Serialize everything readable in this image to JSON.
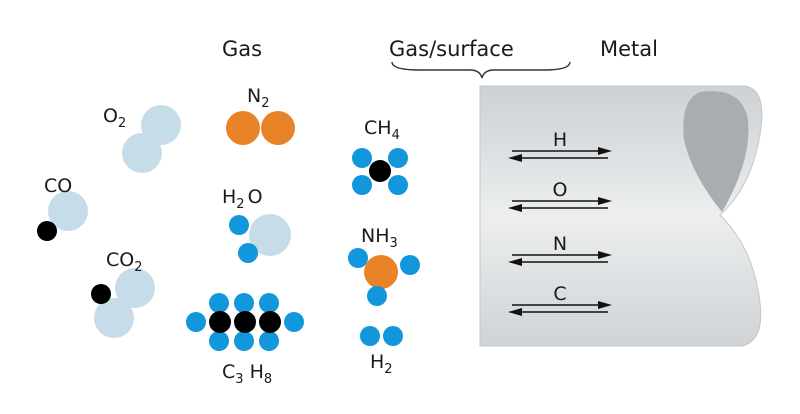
{
  "headers": {
    "gas": "Gas",
    "interface": "Gas/surface",
    "metal": "Metal"
  },
  "molecules": {
    "o2": {
      "main": "O",
      "sub": "2"
    },
    "co": {
      "main": "CO"
    },
    "co2": {
      "main": "CO",
      "sub": "2"
    },
    "n2": {
      "main": "N",
      "sub": "2"
    },
    "h2o": {
      "main": "H",
      "sub": "2",
      "rest": "O"
    },
    "c3h8": {
      "main": "C",
      "sub": "3",
      "mid": "H",
      "sub2": "8"
    },
    "ch4": {
      "main": "CH",
      "sub": "4"
    },
    "nh3": {
      "main": "NH",
      "sub": "3"
    },
    "h2": {
      "main": "H",
      "sub": "2"
    }
  },
  "arrows": [
    {
      "label": "H"
    },
    {
      "label": "O"
    },
    {
      "label": "N"
    },
    {
      "label": "C"
    }
  ],
  "colors": {
    "oxygen": "#c6dce8",
    "nitrogen": "#e8832a",
    "hydrogen": "#1296dc",
    "carbon": "#000000",
    "metal": "#e3e6e8",
    "metal_shade": "#a9adb0"
  }
}
